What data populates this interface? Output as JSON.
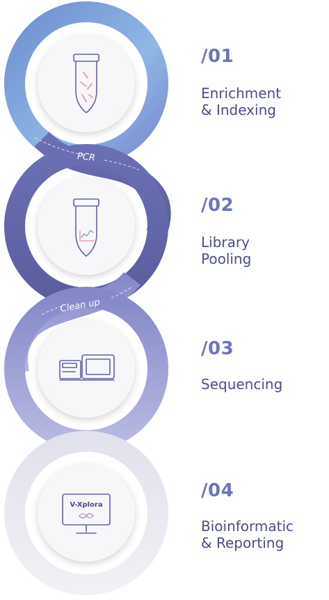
{
  "steps": [
    {
      "number": "/01",
      "title": "Enrichment\n& Indexing",
      "icon": "test-tube-icon"
    },
    {
      "number": "/02",
      "title": "Library\nPooling",
      "icon": "test-tube-graph-icon"
    },
    {
      "number": "/03",
      "title": "Sequencing",
      "icon": "sequencer-machine-icon"
    },
    {
      "number": "/04",
      "title": "Bioinformatic\n& Reporting",
      "icon": "monitor-icon"
    }
  ],
  "connectors": {
    "pcr": "PCR",
    "cleanup": "Clean up"
  },
  "brand": {
    "screen_label": "V-Xplora"
  },
  "colors": {
    "ring_top": "#8fb7e6",
    "ring_mid": "#5e63a8",
    "ring_low": "#9a9ed6",
    "ring_bottom": "#e7e7f2",
    "text": "#4a4d8c",
    "accent": "#6c72c4"
  }
}
